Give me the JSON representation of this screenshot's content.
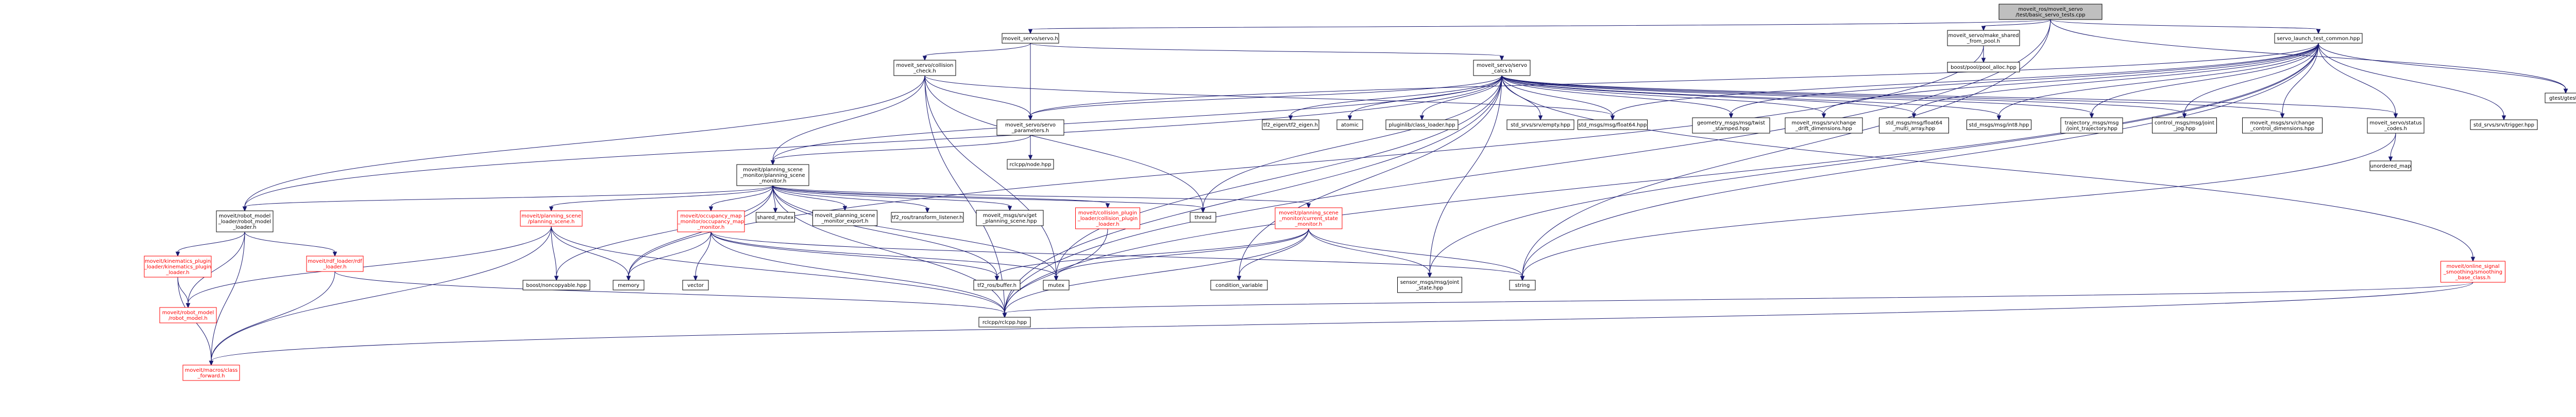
{
  "colors": {
    "edge": "#191970",
    "root_fill": "#bfbfbf",
    "node_border": "#000000",
    "red_node": "#ff0000",
    "background": "#ffffff"
  },
  "nodes": [
    {
      "id": "root",
      "lines": [
        "moveit_ros/moveit_servo",
        "/test/basic_servo_tests.cpp"
      ],
      "style": "root"
    },
    {
      "id": "servo_h",
      "lines": [
        "moveit_servo/servo.h"
      ]
    },
    {
      "id": "make_shared",
      "lines": [
        "moveit_servo/make_shared",
        "_from_pool.h"
      ]
    },
    {
      "id": "launch_common",
      "lines": [
        "servo_launch_test_common.hpp"
      ]
    },
    {
      "id": "gtest",
      "lines": [
        "gtest/gtest.h"
      ]
    },
    {
      "id": "pool_alloc",
      "lines": [
        "boost/pool/pool_alloc.hpp"
      ]
    },
    {
      "id": "collision_check",
      "lines": [
        "moveit_servo/collision",
        "_check.h"
      ]
    },
    {
      "id": "servo_calcs",
      "lines": [
        "moveit_servo/servo",
        "_calcs.h"
      ]
    },
    {
      "id": "servo_params",
      "lines": [
        "moveit_servo/servo",
        "_parameters.h"
      ]
    },
    {
      "id": "psm",
      "lines": [
        "moveit/planning_scene",
        "_monitor/planning_scene",
        "_monitor.h"
      ]
    },
    {
      "id": "rclcpp_node",
      "lines": [
        "rclcpp/node.hpp"
      ]
    },
    {
      "id": "tf2_eigen",
      "lines": [
        "tf2_eigen/tf2_eigen.h"
      ]
    },
    {
      "id": "atomic",
      "lines": [
        "atomic"
      ]
    },
    {
      "id": "pluginlib",
      "lines": [
        "pluginlib/class_loader.hpp"
      ]
    },
    {
      "id": "std_srvs_empty",
      "lines": [
        "std_srvs/srv/empty.hpp"
      ]
    },
    {
      "id": "float64",
      "lines": [
        "std_msgs/msg/float64.hpp"
      ]
    },
    {
      "id": "twist_stamped",
      "lines": [
        "geometry_msgs/msg/twist",
        "_stamped.hpp"
      ]
    },
    {
      "id": "change_drift",
      "lines": [
        "moveit_msgs/srv/change",
        "_drift_dimensions.hpp"
      ]
    },
    {
      "id": "float64_multi",
      "lines": [
        "std_msgs/msg/float64",
        "_multi_array.hpp"
      ]
    },
    {
      "id": "int8",
      "lines": [
        "std_msgs/msg/int8.hpp"
      ]
    },
    {
      "id": "joint_traj",
      "lines": [
        "trajectory_msgs/msg",
        "/joint_trajectory.hpp"
      ]
    },
    {
      "id": "joint_jog",
      "lines": [
        "control_msgs/msg/joint",
        "_jog.hpp"
      ]
    },
    {
      "id": "change_control",
      "lines": [
        "moveit_msgs/srv/change",
        "_control_dimensions.hpp"
      ]
    },
    {
      "id": "status_codes",
      "lines": [
        "moveit_servo/status",
        "_codes.h"
      ]
    },
    {
      "id": "trigger",
      "lines": [
        "std_srvs/srv/trigger.hpp"
      ]
    },
    {
      "id": "unordered_map",
      "lines": [
        "unordered_map"
      ]
    },
    {
      "id": "robot_model_loader",
      "lines": [
        "moveit/robot_model",
        "_loader/robot_model",
        "_loader.h"
      ]
    },
    {
      "id": "ps_h",
      "lines": [
        "moveit/planning_scene",
        "/planning_scene.h"
      ],
      "style": "red"
    },
    {
      "id": "occupancy_monitor",
      "lines": [
        "moveit/occupancy_map",
        "_monitor/occupancy_map",
        "_monitor.h"
      ],
      "style": "red"
    },
    {
      "id": "shared_mutex",
      "lines": [
        "shared_mutex"
      ]
    },
    {
      "id": "psm_export",
      "lines": [
        "moveit_planning_scene",
        "_monitor_export.h"
      ]
    },
    {
      "id": "tf2_listener",
      "lines": [
        "tf2_ros/transform_listener.h"
      ]
    },
    {
      "id": "get_ps",
      "lines": [
        "moveit_msgs/srv/get",
        "_planning_scene.hpp"
      ]
    },
    {
      "id": "collision_plugin",
      "lines": [
        "moveit/collision_plugin",
        "_loader/collision_plugin",
        "_loader.h"
      ],
      "style": "red"
    },
    {
      "id": "thread",
      "lines": [
        "thread"
      ]
    },
    {
      "id": "csm",
      "lines": [
        "moveit/planning_scene",
        "_monitor/current_state",
        "_monitor.h"
      ],
      "style": "red"
    },
    {
      "id": "smoothing",
      "lines": [
        "moveit/online_signal",
        "_smoothing/smoothing",
        "_base_class.h"
      ],
      "style": "red"
    },
    {
      "id": "kin_loader",
      "lines": [
        "moveit/kinematics_plugin",
        "_loader/kinematics_plugin",
        "_loader.h"
      ],
      "style": "red"
    },
    {
      "id": "rdf_loader",
      "lines": [
        "moveit/rdf_loader/rdf",
        "_loader.h"
      ],
      "style": "red"
    },
    {
      "id": "noncopyable",
      "lines": [
        "boost/noncopyable.hpp"
      ]
    },
    {
      "id": "memory",
      "lines": [
        "memory"
      ]
    },
    {
      "id": "vector",
      "lines": [
        "vector"
      ]
    },
    {
      "id": "tf2_buffer",
      "lines": [
        "tf2_ros/buffer.h"
      ]
    },
    {
      "id": "mutex",
      "lines": [
        "mutex"
      ]
    },
    {
      "id": "condition_variable",
      "lines": [
        "condition_variable"
      ]
    },
    {
      "id": "sensor_js",
      "lines": [
        "sensor_msgs/msg/joint",
        "_state.hpp"
      ]
    },
    {
      "id": "string",
      "lines": [
        "string"
      ]
    },
    {
      "id": "robot_model_h",
      "lines": [
        "moveit/robot_model",
        "/robot_model.h"
      ],
      "style": "red"
    },
    {
      "id": "rclcpp",
      "lines": [
        "rclcpp/rclcpp.hpp"
      ]
    },
    {
      "id": "class_forward",
      "lines": [
        "moveit/macros/class",
        "_forward.h"
      ],
      "style": "red"
    }
  ],
  "edges": [
    [
      "root",
      "servo_h"
    ],
    [
      "root",
      "make_shared"
    ],
    [
      "root",
      "launch_common"
    ],
    [
      "root",
      "gtest"
    ],
    [
      "root",
      "rclcpp"
    ],
    [
      "root",
      "string"
    ],
    [
      "make_shared",
      "pool_alloc"
    ],
    [
      "make_shared",
      "memory"
    ],
    [
      "servo_h",
      "collision_check"
    ],
    [
      "servo_h",
      "servo_calcs"
    ],
    [
      "servo_h",
      "servo_params"
    ],
    [
      "collision_check",
      "servo_params"
    ],
    [
      "collision_check",
      "psm"
    ],
    [
      "collision_check",
      "robot_model_loader"
    ],
    [
      "collision_check",
      "float64"
    ],
    [
      "collision_check",
      "rclcpp"
    ],
    [
      "collision_check",
      "mutex"
    ],
    [
      "collision_check",
      "thread"
    ],
    [
      "servo_calcs",
      "servo_params"
    ],
    [
      "servo_calcs",
      "status_codes"
    ],
    [
      "servo_calcs",
      "tf2_eigen"
    ],
    [
      "servo_calcs",
      "atomic"
    ],
    [
      "servo_calcs",
      "pluginlib"
    ],
    [
      "servo_calcs",
      "std_srvs_empty"
    ],
    [
      "servo_calcs",
      "float64"
    ],
    [
      "servo_calcs",
      "twist_stamped"
    ],
    [
      "servo_calcs",
      "change_drift"
    ],
    [
      "servo_calcs",
      "float64_multi"
    ],
    [
      "servo_calcs",
      "int8"
    ],
    [
      "servo_calcs",
      "joint_traj"
    ],
    [
      "servo_calcs",
      "joint_jog"
    ],
    [
      "servo_calcs",
      "change_control"
    ],
    [
      "servo_calcs",
      "psm"
    ],
    [
      "servo_calcs",
      "robot_model_loader"
    ],
    [
      "servo_calcs",
      "smoothing"
    ],
    [
      "servo_calcs",
      "thread"
    ],
    [
      "servo_calcs",
      "mutex"
    ],
    [
      "servo_calcs",
      "condition_variable"
    ],
    [
      "servo_calcs",
      "sensor_js"
    ],
    [
      "servo_calcs",
      "rclcpp"
    ],
    [
      "servo_params",
      "rclcpp_node"
    ],
    [
      "servo_params",
      "psm"
    ],
    [
      "launch_common",
      "servo_params"
    ],
    [
      "launch_common",
      "status_codes"
    ],
    [
      "launch_common",
      "twist_stamped"
    ],
    [
      "launch_common",
      "change_drift"
    ],
    [
      "launch_common",
      "float64_multi"
    ],
    [
      "launch_common",
      "int8"
    ],
    [
      "launch_common",
      "joint_traj"
    ],
    [
      "launch_common",
      "joint_jog"
    ],
    [
      "launch_common",
      "change_control"
    ],
    [
      "launch_common",
      "trigger"
    ],
    [
      "launch_common",
      "gtest"
    ],
    [
      "launch_common",
      "float64"
    ],
    [
      "launch_common",
      "string"
    ],
    [
      "launch_common",
      "sensor_js"
    ],
    [
      "launch_common",
      "rclcpp"
    ],
    [
      "status_codes",
      "unordered_map"
    ],
    [
      "status_codes",
      "string"
    ],
    [
      "psm",
      "robot_model_loader"
    ],
    [
      "psm",
      "ps_h"
    ],
    [
      "psm",
      "occupancy_monitor"
    ],
    [
      "psm",
      "shared_mutex"
    ],
    [
      "psm",
      "psm_export"
    ],
    [
      "psm",
      "tf2_listener"
    ],
    [
      "psm",
      "get_ps"
    ],
    [
      "psm",
      "collision_plugin"
    ],
    [
      "psm",
      "thread"
    ],
    [
      "psm",
      "csm"
    ],
    [
      "psm",
      "noncopyable"
    ],
    [
      "psm",
      "memory"
    ],
    [
      "psm",
      "mutex"
    ],
    [
      "psm",
      "tf2_buffer"
    ],
    [
      "psm",
      "rclcpp"
    ],
    [
      "robot_model_loader",
      "kin_loader"
    ],
    [
      "robot_model_loader",
      "rdf_loader"
    ],
    [
      "robot_model_loader",
      "robot_model_h"
    ],
    [
      "robot_model_loader",
      "class_forward"
    ],
    [
      "kin_loader",
      "robot_model_h"
    ],
    [
      "kin_loader",
      "class_forward"
    ],
    [
      "rdf_loader",
      "class_forward"
    ],
    [
      "rdf_loader",
      "rclcpp"
    ],
    [
      "ps_h",
      "robot_model_h"
    ],
    [
      "ps_h",
      "class_forward"
    ],
    [
      "ps_h",
      "noncopyable"
    ],
    [
      "ps_h",
      "memory"
    ],
    [
      "ps_h",
      "rclcpp"
    ],
    [
      "occupancy_monitor",
      "vector"
    ],
    [
      "occupancy_monitor",
      "memory"
    ],
    [
      "occupancy_monitor",
      "tf2_buffer"
    ],
    [
      "occupancy_monitor",
      "mutex"
    ],
    [
      "occupancy_monitor",
      "rclcpp"
    ],
    [
      "occupancy_monitor",
      "string"
    ],
    [
      "collision_plugin",
      "rclcpp"
    ],
    [
      "csm",
      "tf2_buffer"
    ],
    [
      "csm",
      "mutex"
    ],
    [
      "csm",
      "condition_variable"
    ],
    [
      "csm",
      "sensor_js"
    ],
    [
      "csm",
      "string"
    ],
    [
      "csm",
      "rclcpp"
    ],
    [
      "smoothing",
      "rclcpp"
    ],
    [
      "smoothing",
      "class_forward"
    ]
  ]
}
